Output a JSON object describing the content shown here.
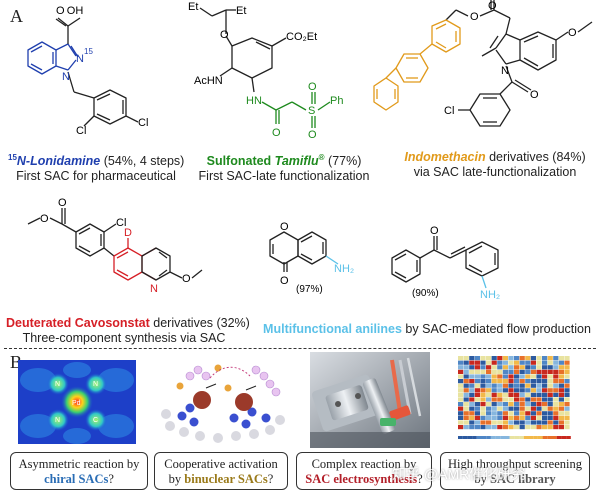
{
  "panels": {
    "a": "A",
    "b": "B"
  },
  "compounds": [
    {
      "name_prefix": "15",
      "name_main": "N-Lonidamine",
      "yield": " (54%, 4 steps)",
      "desc": "First SAC for pharmaceutical",
      "name_color": "#1f3fae",
      "labels": {
        "oh": "O OH",
        "n15": "N",
        "sup15": "15",
        "n1": "N",
        "cl1": "Cl",
        "cl2": "Cl"
      }
    },
    {
      "name_main": "Sulfonated ",
      "name_italic": "Tamiflu",
      "name_reg": "®",
      "yield": " (77%)",
      "desc": "First SAC-late functionalization",
      "name_color": "#1e8a1e",
      "labels": {
        "et1": "Et",
        "et2": "Et",
        "o1": "O",
        "co2et": "CO₂Et",
        "achn": "AcHN",
        "hn": "HN",
        "o2": "O",
        "s": "S",
        "ph": "Ph",
        "o3": "O",
        "o4": "O"
      }
    },
    {
      "name_main": "Indomethacin",
      "yield": " derivatives (84%)",
      "desc": "via SAC late-functionalization",
      "name_color": "#e19a1b",
      "labels": {
        "o1": "O",
        "o2": "O",
        "o3": "O",
        "n": "N",
        "o4": "O",
        "cl": "Cl"
      }
    },
    {
      "name_main": "Deuterated Cavosonstat",
      "yield": " derivatives (32%)",
      "desc": "Three-component synthesis via SAC",
      "name_color": "#d61f26",
      "labels": {
        "o1": "O",
        "o2": "O",
        "cl": "Cl",
        "d": "D",
        "n": "N",
        "o3": "O"
      }
    },
    {
      "name_main": "Multifunctional anilines",
      "yield": " by SAC-mediated flow production",
      "name_color": "#5bc1e8",
      "labels": {
        "o1": "O",
        "o2": "O",
        "nh2a": "NH₂",
        "y1": "(97%)",
        "o3": "O",
        "y2": "(90%)",
        "nh2b": "NH₂"
      }
    }
  ],
  "tiles": [
    {
      "line1": "Asymmetric reaction by",
      "line2a": "",
      "line2b": "chiral SACs",
      "line2c": "?",
      "accent": "#2a6db5"
    },
    {
      "line1": "Cooperative activation",
      "line2a": "by ",
      "line2b": "binuclear SACs",
      "line2c": "?",
      "accent": "#9a7a1a"
    },
    {
      "line1": "Complex reaction by",
      "line2a": "",
      "line2b": "SAC electrosynthesis",
      "line2c": "?",
      "accent": "#b3202a"
    },
    {
      "line1": "High throughput screening",
      "line2a": "by ",
      "line2b": "SAC library",
      "line2c": "",
      "accent": "#555555"
    }
  ],
  "colors": {
    "blue": "#1f3fae",
    "green": "#1e8a1e",
    "orange": "#e19a1b",
    "red": "#d61f26",
    "cyan": "#5bc1e8",
    "bond": "#222222"
  },
  "watermark": "知乎 @AMR催化研究"
}
